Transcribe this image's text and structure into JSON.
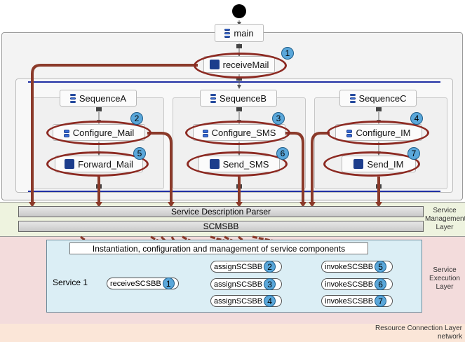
{
  "workflow": {
    "main_label": "main",
    "receive_label": "receiveMail",
    "sequences": [
      {
        "name": "SequenceA",
        "configure": "Configure_Mail",
        "action": "Forward_Mail",
        "configure_num": "2",
        "action_num": "5"
      },
      {
        "name": "SequenceB",
        "configure": "Configure_SMS",
        "action": "Send_SMS",
        "configure_num": "3",
        "action_num": "6"
      },
      {
        "name": "SequenceC",
        "configure": "Configure_IM",
        "action": "Send_IM",
        "configure_num": "4",
        "action_num": "7"
      }
    ],
    "receive_num": "1"
  },
  "management": {
    "parser_label": "Service Description Parser",
    "scmsbb_label": "SCMSBB",
    "layer_label": "Service\nManagement\nLayer"
  },
  "execution": {
    "header_label": "Instantiation, configuration and management of service components",
    "service_label": "Service 1",
    "layer_label": "Service\nExecution\nLayer",
    "receive": {
      "label": "receiveSCSBB",
      "num": "1"
    },
    "assign": [
      {
        "label": "assignSCSBB",
        "num": "2"
      },
      {
        "label": "assignSCSBB",
        "num": "3"
      },
      {
        "label": "assignSCSBB",
        "num": "4"
      }
    ],
    "invoke": [
      {
        "label": "invokeSCSBB",
        "num": "5"
      },
      {
        "label": "invokeSCSBB",
        "num": "6"
      },
      {
        "label": "invokeSCSBB",
        "num": "7"
      }
    ]
  },
  "resource": {
    "layer_label": "Resource Connection Layer",
    "network_label": "network"
  },
  "colors": {
    "ring": "#8c2a22",
    "arrow": "#8b3a2a",
    "badge": "#5aa7da",
    "management_bg": "#eef3df",
    "execution_bg": "#f3dcdc",
    "service_box": "#dbeef5",
    "resource_bg": "#fbe6d8"
  },
  "icons": [
    "sequence-icon",
    "action-icon",
    "start-node-icon",
    "link-icon"
  ]
}
